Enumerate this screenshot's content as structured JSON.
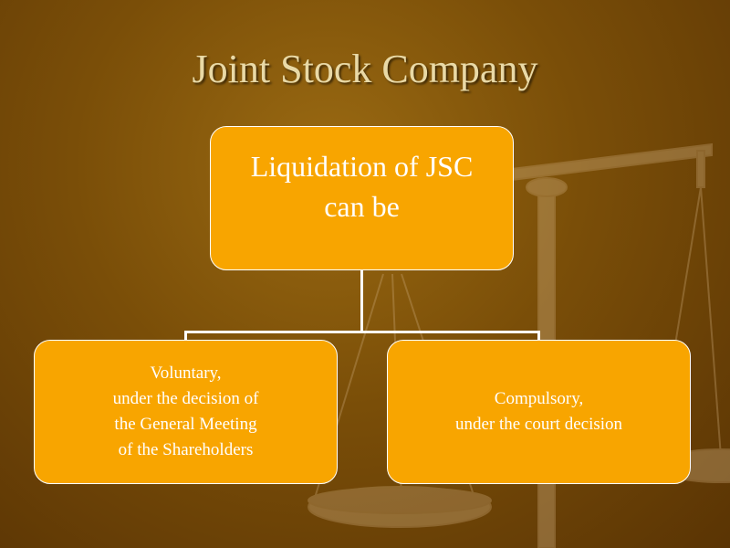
{
  "slide": {
    "title": "Joint Stock Company"
  },
  "diagram": {
    "root": {
      "lines": [
        "Liquidation of JSC",
        "can be"
      ]
    },
    "children": [
      {
        "lines": [
          "Voluntary,",
          "under the decision of",
          "the General Meeting",
          "of the Shareholders"
        ]
      },
      {
        "lines": [
          "Compulsory,",
          "under the court decision"
        ]
      }
    ]
  },
  "colors": {
    "box_fill": "#f8a500",
    "box_border": "#ffffff",
    "title_text": "#e9d9a6",
    "background": "#7a4e08"
  },
  "background_icon": "balance-scale-icon"
}
